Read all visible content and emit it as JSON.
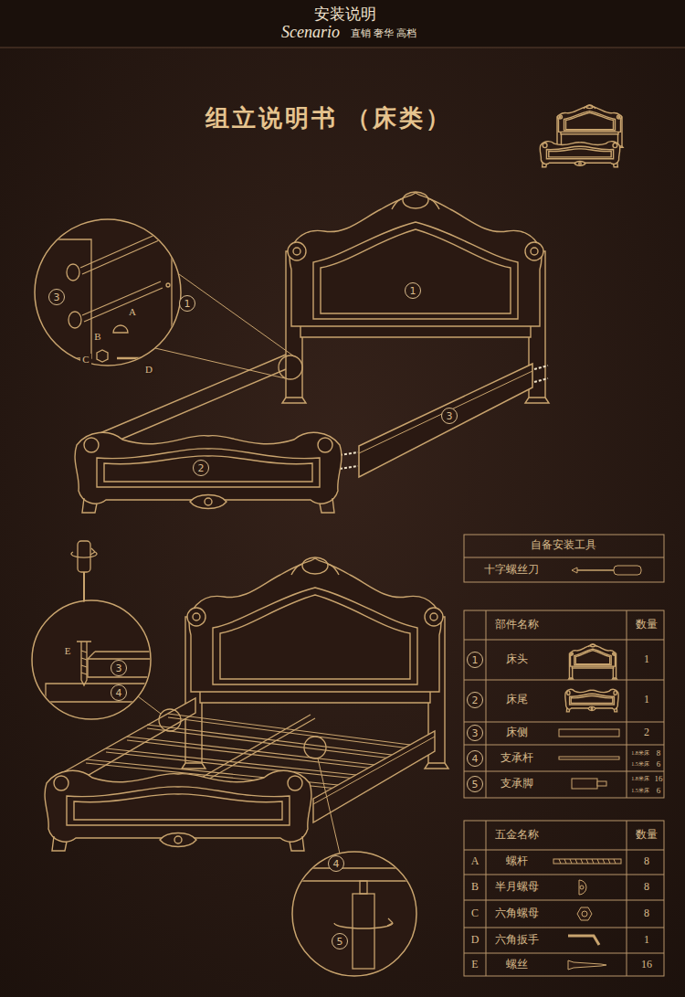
{
  "diagram": {
    "title": "组立说明书 （床类）",
    "nodes": [
      {
        "text": [
          "1"
        ]
      },
      {
        "text": [
          "2"
        ]
      },
      {
        "text": [
          "3"
        ]
      },
      {
        "text": [
          "3"
        ]
      },
      {
        "text": [
          "1"
        ]
      },
      {
        "text": [
          "3"
        ]
      },
      {
        "text": [
          "4"
        ]
      },
      {
        "text": [
          "4"
        ]
      },
      {
        "text": [
          "5"
        ]
      },
      {
        "text": [
          "1"
        ]
      },
      {
        "text": [
          "2"
        ]
      },
      {
        "text": [
          "3"
        ]
      },
      {
        "text": [
          "4"
        ]
      },
      {
        "text": [
          "5"
        ]
      }
    ],
    "labels": [
      "安装说明",
      "Scenario",
      "直销 奢华 高档",
      "A",
      "B",
      "C",
      "D",
      "E",
      "自备安装工具",
      "十字螺丝刀",
      "部件名称",
      "数量",
      "床头",
      "1",
      "床尾",
      "1",
      "床侧",
      "2",
      "支承杆",
      "1.8米床",
      "8",
      "1.5米床",
      "6",
      "支承脚",
      "1.8米床",
      "16",
      "1.5米床",
      "6",
      "五金名称",
      "数量",
      "A",
      "螺杆",
      "8",
      "B",
      "半月螺母",
      "8",
      "C",
      "六角螺母",
      "8",
      "D",
      "六角扳手",
      "1",
      "E",
      "螺丝",
      "16"
    ]
  }
}
